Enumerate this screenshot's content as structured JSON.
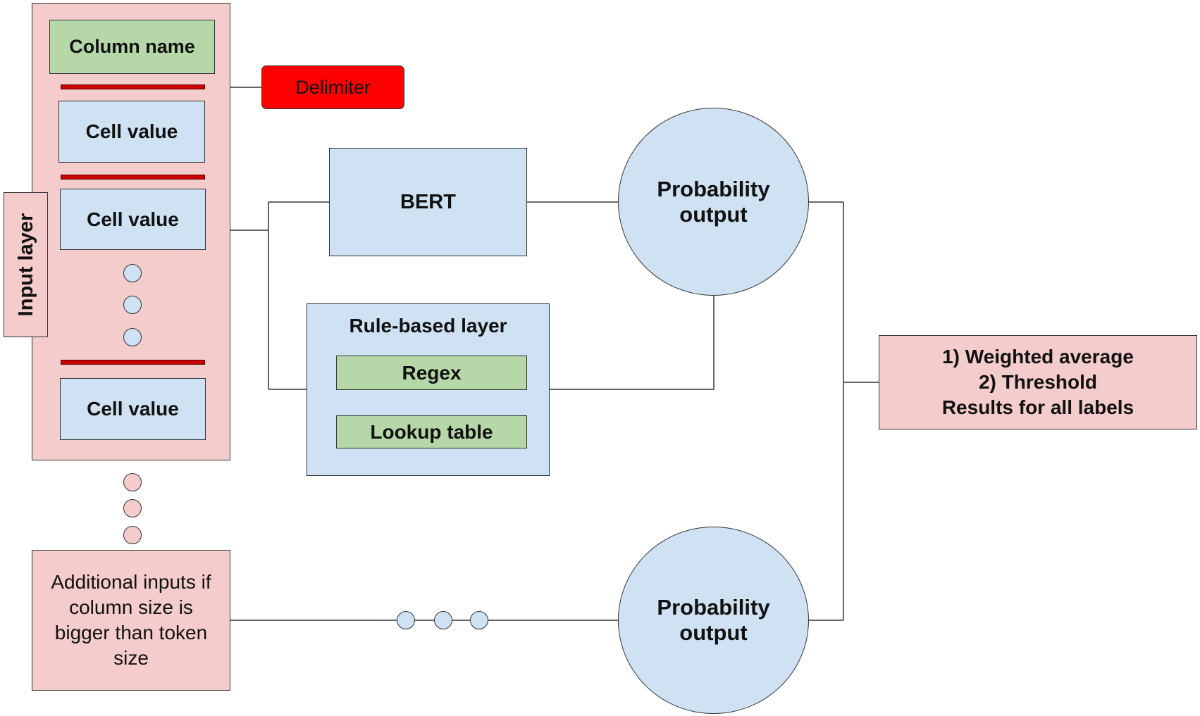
{
  "input_layer": {
    "label": "Input layer",
    "column_name": "Column name",
    "cell_values": [
      "Cell value",
      "Cell value",
      "Cell value"
    ]
  },
  "delimiter": "Delimiter",
  "bert": "BERT",
  "rule_based": {
    "title": "Rule-based layer",
    "regex": "Regex",
    "lookup": "Lookup table"
  },
  "probability_top": "Probability output",
  "probability_bottom": "Probability output",
  "result": {
    "line1": "1) Weighted average",
    "line2": "2) Threshold",
    "line3": "Results for all labels"
  },
  "additional_inputs": "Additional inputs if column size is bigger than token size",
  "colors": {
    "pink": "#f4cccc",
    "blue": "#cfe2f3",
    "green": "#b6d7a8",
    "red": "#ff0000",
    "delimiter_bar": "#cc0000"
  }
}
